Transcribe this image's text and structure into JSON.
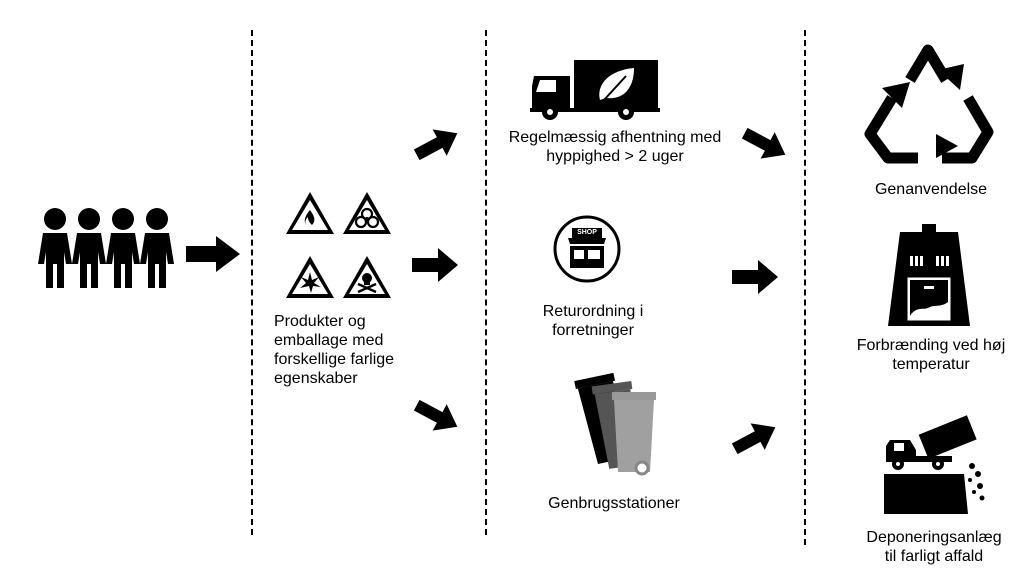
{
  "stage2": {
    "label_line1": "Produkter og",
    "label_line2": "emballage med",
    "label_line3": "forskellige farlige",
    "label_line4": "egenskaber"
  },
  "collection": {
    "pickup_line1": "Regelmæssig afhentning med",
    "pickup_line2": "hyppighed > 2 uger",
    "shop_sign": "SHOP",
    "return_line1": "Returordning i",
    "return_line2": "forretninger",
    "recycling_station": "Genbrugsstationer"
  },
  "treatment": {
    "recycling": "Genanvendelse",
    "incineration_line1": "Forbrænding ved høj",
    "incineration_line2": "temperatur",
    "landfill_line1": "Deponeringsanlæg",
    "landfill_line2": "til farligt affald"
  }
}
